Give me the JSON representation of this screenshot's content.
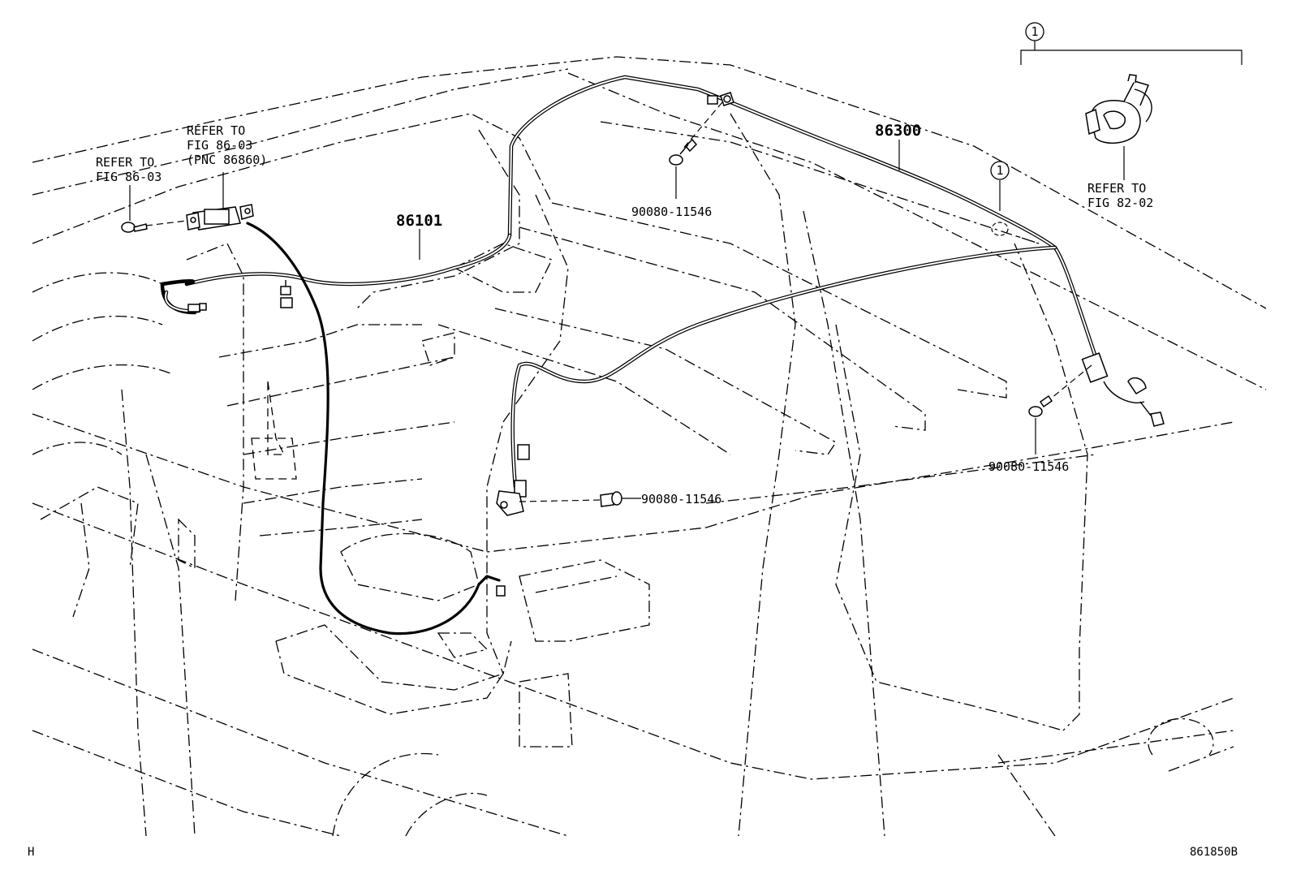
{
  "callout_marker": "1",
  "labels": {
    "refer_radio": [
      "REFER TO",
      "FIG 86-03",
      "(PNC 86860)"
    ],
    "refer_bolt": [
      "REFER  TO",
      "FIG 86-03"
    ],
    "refer_clip": [
      "REFER TO",
      "FIG 82-02"
    ],
    "part_86101": "86101",
    "part_86300": "86300",
    "bolt_top": "90080-11546",
    "bolt_right": "90080-11546",
    "bolt_center": "90080-11546"
  },
  "footer": {
    "left": "H",
    "right": "861850B"
  }
}
